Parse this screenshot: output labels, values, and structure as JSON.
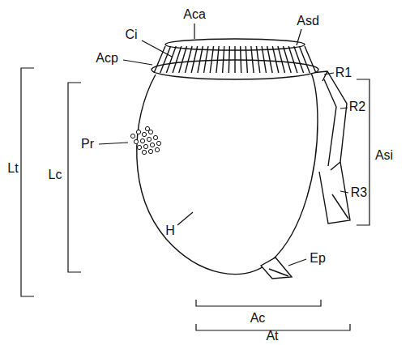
{
  "diagram": {
    "labels": [
      "Aca",
      "Ci",
      "Asd",
      "Acp",
      "R1",
      "Pr",
      "R2",
      "Lt",
      "Lc",
      "Asi",
      "H",
      "R3",
      "Ep",
      "Ac",
      "At"
    ]
  }
}
